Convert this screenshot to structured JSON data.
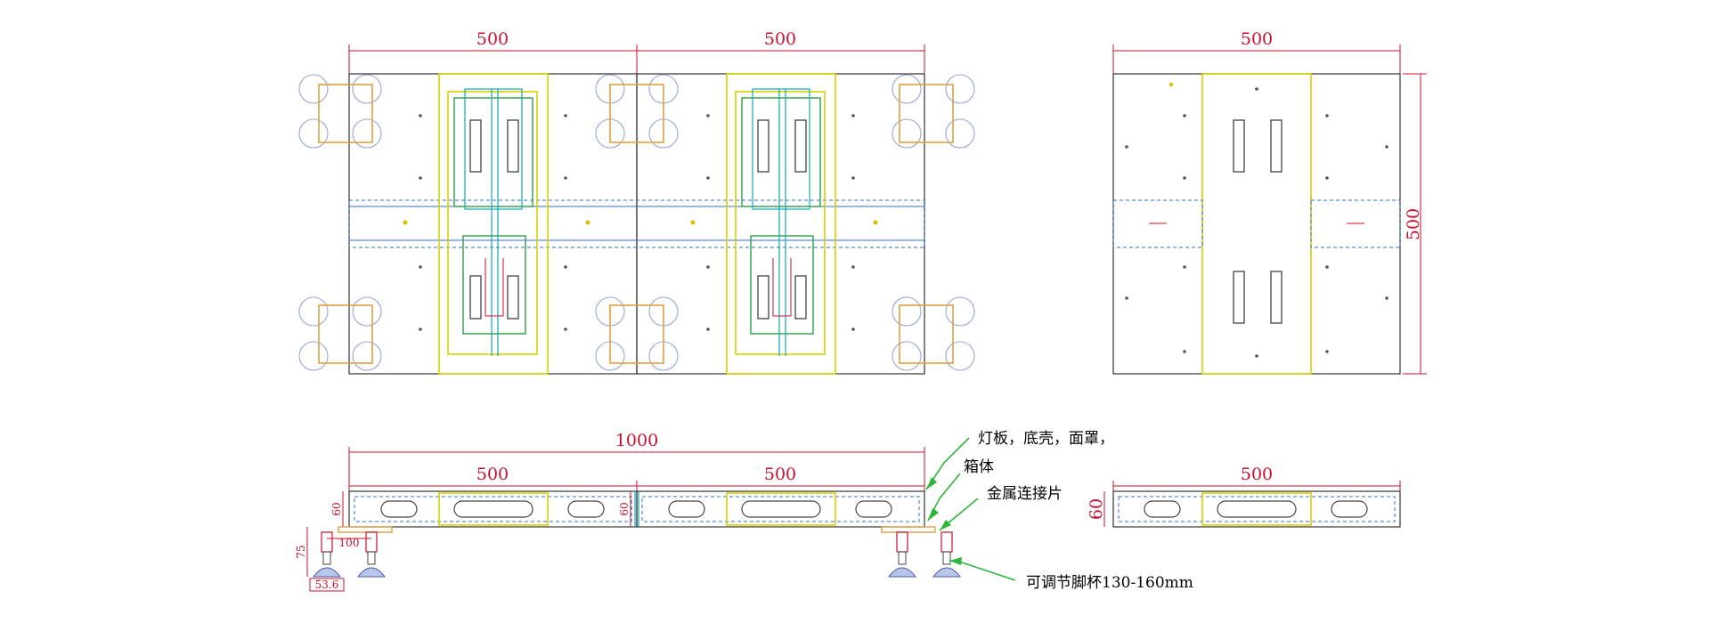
{
  "dimensions": {
    "top_left_width_1": "500",
    "top_left_width_2": "500",
    "top_right_width": "500",
    "top_right_height": "500",
    "bottom_total": "1000",
    "bottom_left_1": "500",
    "bottom_left_2": "500",
    "bottom_height_1": "60",
    "bottom_height_2": "60",
    "bottom_right_width": "500",
    "bottom_right_height": "60",
    "foot_spacing": "100",
    "foot_height": "75",
    "foot_width": "53.6"
  },
  "callouts": {
    "panel_shell_mask": "灯板，底壳，面罩，",
    "cabinet": "箱体",
    "metal_connector": "金属连接片",
    "adjustable_foot": "可调节脚杯130-160mm"
  },
  "colors": {
    "dimension": "#c8102e",
    "frame": "#333333",
    "blue": "#2c6fd1",
    "yellow": "#d8d000",
    "green": "#2f9e44",
    "leader": "#2fb53a"
  }
}
